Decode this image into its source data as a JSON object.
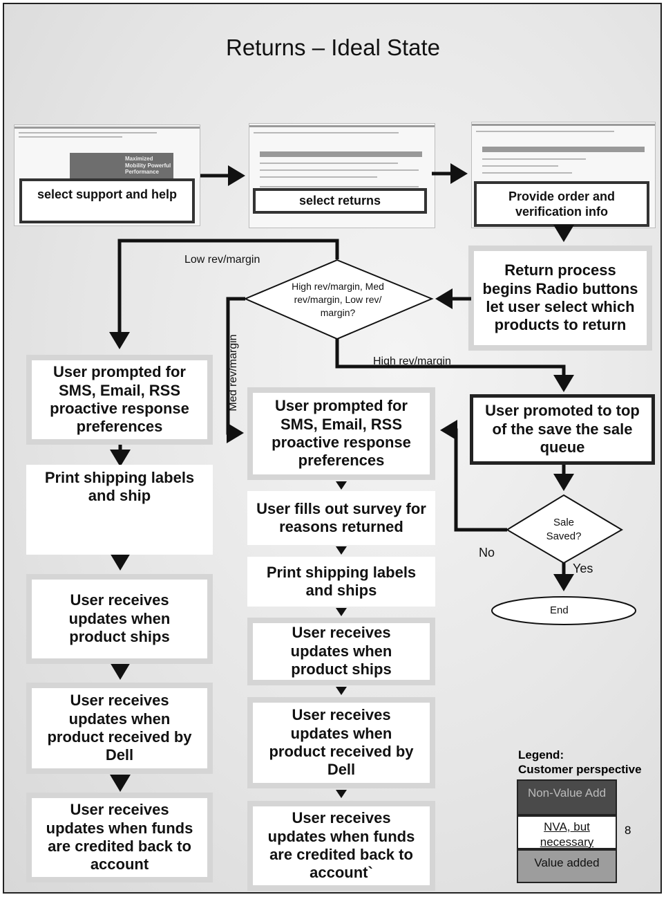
{
  "title": "Returns – Ideal State",
  "top_steps": [
    "select support and help",
    "select returns",
    "Provide order and verification info"
  ],
  "screenshot_thumb_1_text": "Maximized Mobility Powerful Performance",
  "return_process": "Return process begins Radio buttons let user select which products to return",
  "decision": "High rev/margin, Med rev/margin, Low rev/ margin?",
  "branch_labels": {
    "low": "Low rev/margin",
    "med": "Med rev/margin",
    "high": "High rev/margin"
  },
  "left_column": [
    "User prompted  for SMS, Email, RSS proactive response preferences",
    "Print shipping labels and ship",
    "User receives updates when product ships",
    "User receives updates when product received by Dell",
    "User receives updates when funds are credited back to account"
  ],
  "middle_column": [
    "User prompted  for SMS, Email, RSS proactive response preferences",
    "User fills out survey for reasons returned",
    "Print shipping labels and ships",
    "User receives updates when product ships",
    "User receives updates when product received by Dell",
    "User receives updates when funds are credited back to account`"
  ],
  "right_column": {
    "promoted": "User promoted to top of the save the sale queue",
    "sale_saved": "Sale Saved?",
    "no": "No",
    "yes": "Yes",
    "end": "End"
  },
  "legend": {
    "title": "Legend:",
    "subtitle": "Customer perspective",
    "items": [
      "Non-Value Add",
      "NVA, but necessary",
      "Value added"
    ],
    "colors": [
      "#4a4a4a",
      "#ffffff",
      "#9d9d9d"
    ]
  },
  "page_number": "8"
}
